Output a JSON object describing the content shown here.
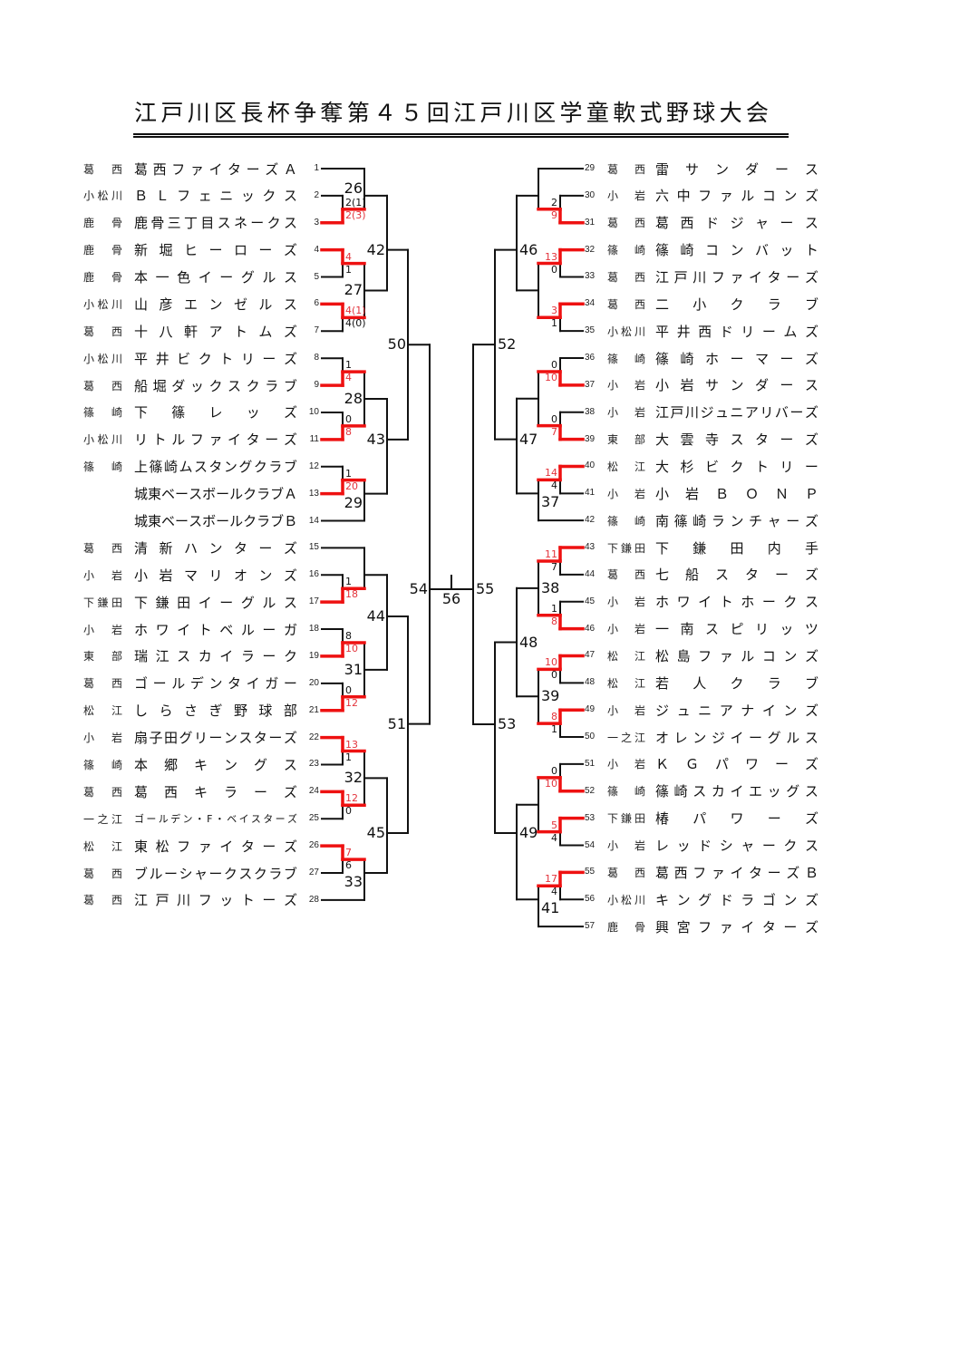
{
  "title": "江戸川区長杯争奪第４５回江戸川区学童軟式野球大会",
  "colors": {
    "line": "#111111",
    "winner_line": "#ee1111",
    "winner_score": "#e3343c",
    "score": "#111111"
  },
  "left_teams": [
    {
      "no": 1,
      "district": "葛西",
      "name": "葛西ファイターズＡ"
    },
    {
      "no": 2,
      "district": "小松川",
      "name": "ＢＬフェニックス"
    },
    {
      "no": 3,
      "district": "鹿骨",
      "name": "鹿骨三丁目スネークス"
    },
    {
      "no": 4,
      "district": "鹿骨",
      "name": "新堀ヒーローズ"
    },
    {
      "no": 5,
      "district": "鹿骨",
      "name": "本一色イーグルス"
    },
    {
      "no": 6,
      "district": "小松川",
      "name": "山彦エンゼルス"
    },
    {
      "no": 7,
      "district": "葛西",
      "name": "十八軒アトムズ"
    },
    {
      "no": 8,
      "district": "小松川",
      "name": "平井ビクトリーズ"
    },
    {
      "no": 9,
      "district": "葛西",
      "name": "船堀ダックスクラブ"
    },
    {
      "no": 10,
      "district": "篠崎",
      "name": "下篠レッズ"
    },
    {
      "no": 11,
      "district": "小松川",
      "name": "リトルファイターズ"
    },
    {
      "no": 12,
      "district": "篠崎",
      "name": "上篠崎ムスタングクラブ"
    },
    {
      "no": 13,
      "district": "",
      "name": "城東ベースボールクラブＡ"
    },
    {
      "no": 14,
      "district": "",
      "name": "城東ベースボールクラブＢ"
    },
    {
      "no": 15,
      "district": "葛西",
      "name": "清新ハンターズ"
    },
    {
      "no": 16,
      "district": "小岩",
      "name": "小岩マリオンズ"
    },
    {
      "no": 17,
      "district": "下鎌田",
      "name": "下鎌田イーグルス"
    },
    {
      "no": 18,
      "district": "小岩",
      "name": "ホワイトベルーガ"
    },
    {
      "no": 19,
      "district": "東部",
      "name": "瑞江スカイラーク"
    },
    {
      "no": 20,
      "district": "葛西",
      "name": "ゴールデンタイガー"
    },
    {
      "no": 21,
      "district": "松江",
      "name": "しらさぎ野球部"
    },
    {
      "no": 22,
      "district": "小岩",
      "name": "扇子田グリーンスターズ"
    },
    {
      "no": 23,
      "district": "篠崎",
      "name": "本郷キングス"
    },
    {
      "no": 24,
      "district": "葛西",
      "name": "葛西キラーズ"
    },
    {
      "no": 25,
      "district": "一之江",
      "name": "ゴールデン・F・ベイスターズ"
    },
    {
      "no": 26,
      "district": "松江",
      "name": "東松ファイターズ"
    },
    {
      "no": 27,
      "district": "葛西",
      "name": "ブルーシャークスクラブ"
    },
    {
      "no": 28,
      "district": "葛西",
      "name": "江戸川フットーズ"
    }
  ],
  "right_teams": [
    {
      "no": 29,
      "district": "葛西",
      "name": "雷サンダース"
    },
    {
      "no": 30,
      "district": "小岩",
      "name": "六中ファルコンズ"
    },
    {
      "no": 31,
      "district": "葛西",
      "name": "葛西ドジャース"
    },
    {
      "no": 32,
      "district": "篠崎",
      "name": "篠崎コンバット"
    },
    {
      "no": 33,
      "district": "葛西",
      "name": "江戸川ファイターズ"
    },
    {
      "no": 34,
      "district": "葛西",
      "name": "二小クラブ"
    },
    {
      "no": 35,
      "district": "小松川",
      "name": "平井西ドリームズ"
    },
    {
      "no": 36,
      "district": "篠崎",
      "name": "篠崎ホーマーズ"
    },
    {
      "no": 37,
      "district": "小岩",
      "name": "小岩サンダース"
    },
    {
      "no": 38,
      "district": "小岩",
      "name": "江戸川ジュニアリバーズ"
    },
    {
      "no": 39,
      "district": "東部",
      "name": "大雲寺スターズ"
    },
    {
      "no": 40,
      "district": "松江",
      "name": "大杉ビクトリー"
    },
    {
      "no": 41,
      "district": "小岩",
      "name": "小岩ＢＯＮＰ"
    },
    {
      "no": 42,
      "district": "篠崎",
      "name": "南篠崎ランチャーズ"
    },
    {
      "no": 43,
      "district": "下鎌田",
      "name": "下鎌田内手"
    },
    {
      "no": 44,
      "district": "葛西",
      "name": "七船スターズ"
    },
    {
      "no": 45,
      "district": "小岩",
      "name": "ホワイトホークス"
    },
    {
      "no": 46,
      "district": "小岩",
      "name": "一南スピリッツ"
    },
    {
      "no": 47,
      "district": "松江",
      "name": "松島ファルコンズ"
    },
    {
      "no": 48,
      "district": "松江",
      "name": "若人クラブ"
    },
    {
      "no": 49,
      "district": "小岩",
      "name": "ジュニアナインズ"
    },
    {
      "no": 50,
      "district": "一之江",
      "name": "オレンジイーグルス"
    },
    {
      "no": 51,
      "district": "小岩",
      "name": "ＫＧパワーズ"
    },
    {
      "no": 52,
      "district": "篠崎",
      "name": "篠崎スカイエッグス"
    },
    {
      "no": 53,
      "district": "下鎌田",
      "name": "椿パワーズ"
    },
    {
      "no": 54,
      "district": "小岩",
      "name": "レッドシャークス"
    },
    {
      "no": 55,
      "district": "葛西",
      "name": "葛西ファイターズＢ"
    },
    {
      "no": 56,
      "district": "小松川",
      "name": "キングドラゴンズ"
    },
    {
      "no": 57,
      "district": "鹿骨",
      "name": "興宮ファイターズ"
    }
  ],
  "bracket": {
    "final": {
      "no": 56,
      "left": {
        "no": 54,
        "slots": [
          {
            "no": 50,
            "slots": [
              {
                "no": 42,
                "slots": [
                  {
                    "no": 26,
                    "slots": [
                      {
                        "team": 1
                      },
                      {
                        "teams": [
                          2,
                          3
                        ],
                        "scores": [
                          "2(1)",
                          "2(3)"
                        ],
                        "winner": 3
                      }
                    ]
                  },
                  {
                    "no": 27,
                    "slots": [
                      {
                        "teams": [
                          4,
                          5
                        ],
                        "scores": [
                          "4",
                          "1"
                        ],
                        "winner": 4
                      },
                      {
                        "teams": [
                          6,
                          7
                        ],
                        "scores": [
                          "4(1)",
                          "4(0)"
                        ],
                        "winner": 6
                      }
                    ]
                  }
                ]
              },
              {
                "no": 43,
                "slots": [
                  {
                    "no": 28,
                    "slots": [
                      {
                        "teams": [
                          8,
                          9
                        ],
                        "scores": [
                          "1",
                          "4"
                        ],
                        "winner": 9
                      },
                      {
                        "teams": [
                          10,
                          11
                        ],
                        "scores": [
                          "0",
                          "8"
                        ],
                        "winner": 11
                      }
                    ]
                  },
                  {
                    "no": 29,
                    "slots": [
                      {
                        "teams": [
                          12,
                          13
                        ],
                        "scores": [
                          "1",
                          "20"
                        ],
                        "winner": 13
                      },
                      {
                        "team": 14
                      }
                    ]
                  }
                ]
              }
            ]
          },
          {
            "no": 51,
            "slots": [
              {
                "no": 44,
                "slots": [
                  {
                    "slots": [
                      {
                        "team": 15
                      },
                      {
                        "teams": [
                          16,
                          17
                        ],
                        "scores": [
                          "1",
                          "18"
                        ],
                        "winner": 17
                      }
                    ]
                  },
                  {
                    "no": 31,
                    "slots": [
                      {
                        "teams": [
                          18,
                          19
                        ],
                        "scores": [
                          "8",
                          "10"
                        ],
                        "winner": 19
                      },
                      {
                        "teams": [
                          20,
                          21
                        ],
                        "scores": [
                          "0",
                          "12"
                        ],
                        "winner": 21
                      }
                    ]
                  }
                ]
              },
              {
                "no": 45,
                "slots": [
                  {
                    "no": 32,
                    "slots": [
                      {
                        "teams": [
                          22,
                          23
                        ],
                        "scores": [
                          "13",
                          "1"
                        ],
                        "winner": 22
                      },
                      {
                        "teams": [
                          24,
                          25
                        ],
                        "scores": [
                          "12",
                          "0"
                        ],
                        "winner": 24
                      }
                    ]
                  },
                  {
                    "no": 33,
                    "slots": [
                      {
                        "teams": [
                          26,
                          27
                        ],
                        "scores": [
                          "7",
                          "6"
                        ],
                        "winner": 26
                      },
                      {
                        "team": 28
                      }
                    ]
                  }
                ]
              }
            ]
          }
        ]
      },
      "right": {
        "no": 55,
        "slots": [
          {
            "no": 52,
            "slots": [
              {
                "no": 46,
                "slots": [
                  {
                    "slots": [
                      {
                        "team": 29
                      },
                      {
                        "teams": [
                          30,
                          31
                        ],
                        "scores": [
                          "2",
                          "9"
                        ],
                        "winner": 31
                      }
                    ]
                  },
                  {
                    "slots": [
                      {
                        "teams": [
                          32,
                          33
                        ],
                        "scores": [
                          "13",
                          "0"
                        ],
                        "winner": 32
                      },
                      {
                        "teams": [
                          34,
                          35
                        ],
                        "scores": [
                          "3",
                          "1"
                        ],
                        "winner": 34
                      }
                    ]
                  }
                ]
              },
              {
                "no": 47,
                "slots": [
                  {
                    "slots": [
                      {
                        "teams": [
                          36,
                          37
                        ],
                        "scores": [
                          "0",
                          "10"
                        ],
                        "winner": 37
                      },
                      {
                        "teams": [
                          38,
                          39
                        ],
                        "scores": [
                          "0",
                          "7"
                        ],
                        "winner": 39
                      }
                    ]
                  },
                  {
                    "no": 37,
                    "slots": [
                      {
                        "teams": [
                          40,
                          41
                        ],
                        "scores": [
                          "14",
                          "4"
                        ],
                        "winner": 40
                      },
                      {
                        "team": 42
                      }
                    ]
                  }
                ]
              }
            ]
          },
          {
            "no": 53,
            "slots": [
              {
                "no": 48,
                "slots": [
                  {
                    "no": 38,
                    "slots": [
                      {
                        "teams": [
                          43,
                          44
                        ],
                        "scores": [
                          "11",
                          "7"
                        ],
                        "winner": 43
                      },
                      {
                        "teams": [
                          45,
                          46
                        ],
                        "scores": [
                          "1",
                          "8"
                        ],
                        "winner": 46
                      }
                    ]
                  },
                  {
                    "no": 39,
                    "slots": [
                      {
                        "teams": [
                          47,
                          48
                        ],
                        "scores": [
                          "10",
                          "0"
                        ],
                        "winner": 47
                      },
                      {
                        "teams": [
                          49,
                          50
                        ],
                        "scores": [
                          "8",
                          "1"
                        ],
                        "winner": 49
                      }
                    ]
                  }
                ]
              },
              {
                "no": 49,
                "slots": [
                  {
                    "slots": [
                      {
                        "teams": [
                          51,
                          52
                        ],
                        "scores": [
                          "0",
                          "10"
                        ],
                        "winner": 52
                      },
                      {
                        "teams": [
                          53,
                          54
                        ],
                        "scores": [
                          "5",
                          "4"
                        ],
                        "winner": 53
                      }
                    ]
                  },
                  {
                    "no": 41,
                    "slots": [
                      {
                        "teams": [
                          55,
                          56
                        ],
                        "scores": [
                          "17",
                          "4"
                        ],
                        "winner": 55
                      },
                      {
                        "team": 57
                      }
                    ]
                  }
                ]
              }
            ]
          }
        ]
      }
    }
  }
}
